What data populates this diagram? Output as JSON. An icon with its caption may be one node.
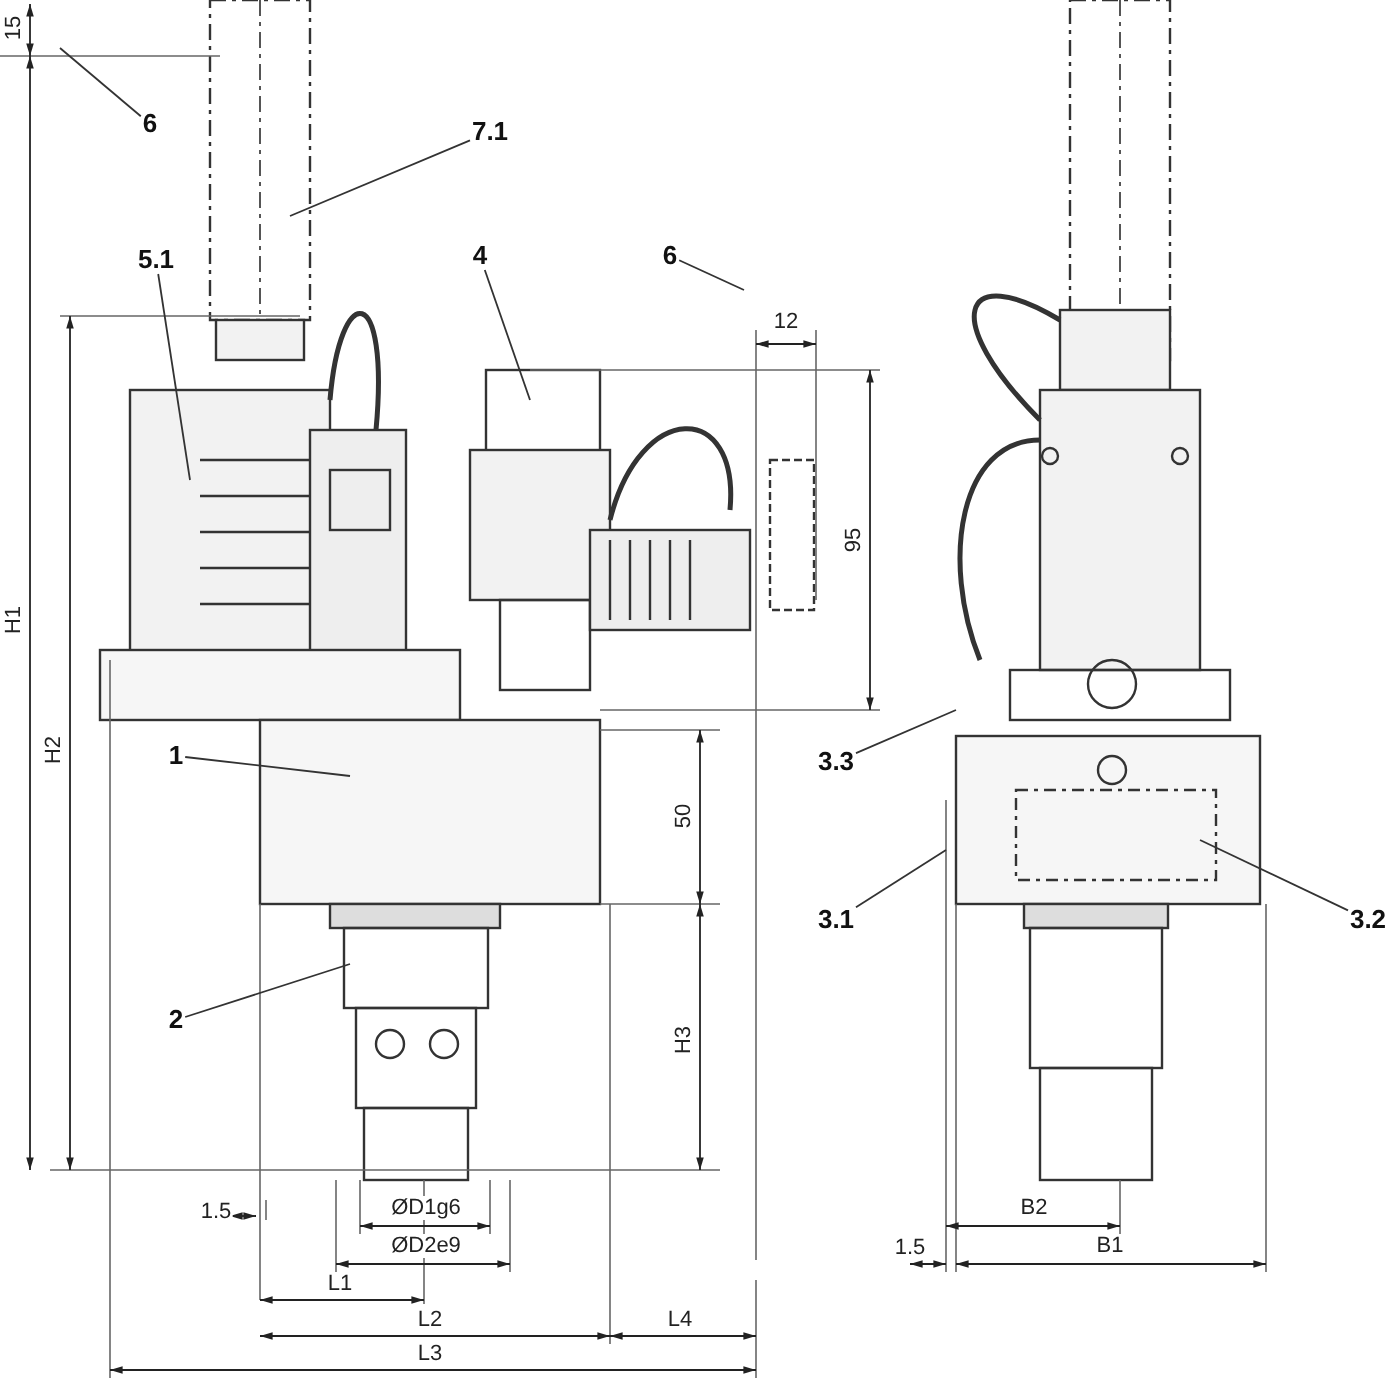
{
  "diagram": {
    "nodes": [
      {
        "text": [
          "6"
        ]
      },
      {
        "text": [
          "7.1"
        ]
      },
      {
        "text": [
          "5.1"
        ]
      },
      {
        "text": [
          "4"
        ]
      },
      {
        "text": [
          "6"
        ]
      },
      {
        "text": [
          "1"
        ]
      },
      {
        "text": [
          "3.3"
        ]
      },
      {
        "text": [
          "3.1"
        ]
      },
      {
        "text": [
          "3.2"
        ]
      },
      {
        "text": [
          "2"
        ]
      }
    ],
    "edges": [
      {
        "from": 0,
        "to": null,
        "arrow": "none"
      },
      {
        "from": 1,
        "to": null,
        "arrow": "none"
      },
      {
        "from": 2,
        "to": null,
        "arrow": "none"
      },
      {
        "from": 3,
        "to": null,
        "arrow": "none"
      },
      {
        "from": 4,
        "to": null,
        "arrow": "none"
      },
      {
        "from": 5,
        "to": null,
        "arrow": "none"
      },
      {
        "from": 6,
        "to": null,
        "arrow": "none"
      },
      {
        "from": 7,
        "to": null,
        "arrow": "none"
      },
      {
        "from": 8,
        "to": null,
        "arrow": "none"
      },
      {
        "from": 9,
        "to": null,
        "arrow": "none"
      }
    ],
    "labels": [
      "15",
      "12",
      "95",
      "H1",
      "H2",
      "50",
      "H3",
      "1.5",
      "ØD1g6",
      "ØD2e9",
      "B2",
      "1.5",
      "B1",
      "L1",
      "L2",
      "L4",
      "L3"
    ]
  }
}
